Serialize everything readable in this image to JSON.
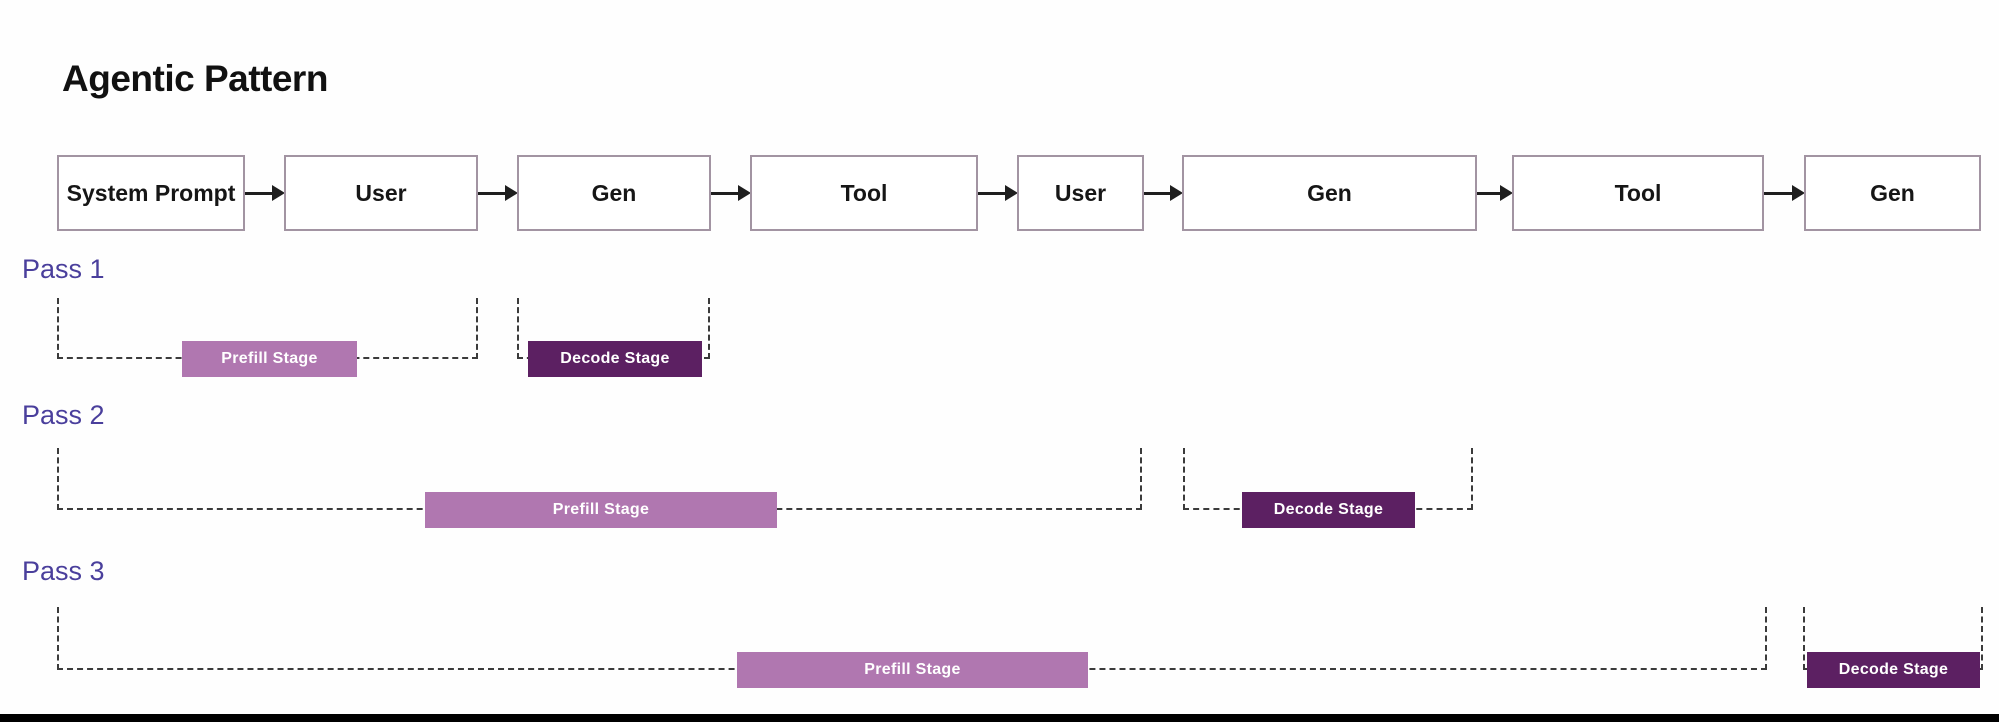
{
  "title": "Agentic Pattern",
  "flow": {
    "boxes": [
      {
        "label": "System Prompt"
      },
      {
        "label": "User"
      },
      {
        "label": "Gen"
      },
      {
        "label": "Tool"
      },
      {
        "label": "User"
      },
      {
        "label": "Gen"
      },
      {
        "label": "Tool"
      },
      {
        "label": "Gen"
      }
    ]
  },
  "stages": {
    "prefill": "Prefill Stage",
    "decode": "Decode Stage"
  },
  "passes": [
    {
      "label": "Pass 1"
    },
    {
      "label": "Pass 2"
    },
    {
      "label": "Pass 3"
    }
  ],
  "colors": {
    "prefill_bar": "#b077b0",
    "decode_bar": "#5c2062",
    "pass_label_text": "#4a3f9c",
    "box_border": "#a294a2",
    "dashed_line": "#3b3b3b",
    "arrow": "#1e1e1e",
    "footer_bar": "#000000"
  }
}
